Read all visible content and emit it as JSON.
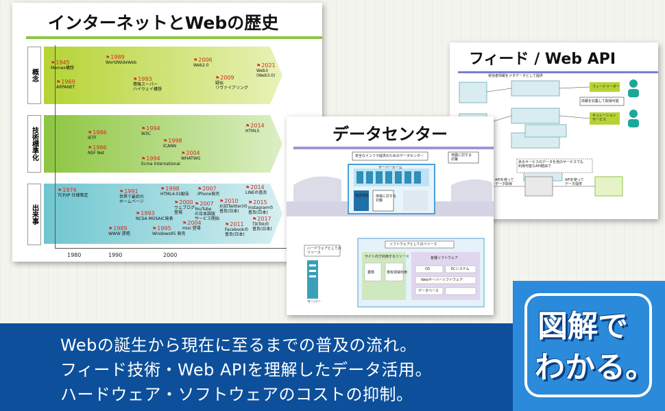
{
  "card_history": {
    "title": "インターネットとWebの歴史",
    "rows": [
      "概念",
      "技術標準化",
      "出来事"
    ],
    "concept_events": [
      {
        "year": "1945",
        "text": "Memex構想"
      },
      {
        "year": "1969",
        "text": "ARPANET"
      },
      {
        "year": "1989",
        "text": "WorldWideWeb"
      },
      {
        "year": "1993",
        "text": "情報スーパー\nハイウェイ構想"
      },
      {
        "year": "2006",
        "text": "Web2.0"
      },
      {
        "year": "2009",
        "text": "疑似\nリヴァイアリング"
      },
      {
        "year": "2021",
        "text": "Web3\n(Web3.0)"
      }
    ],
    "standard_events": [
      {
        "year": "1986",
        "text": "IETF"
      },
      {
        "year": "1986",
        "text": "NSF Net"
      },
      {
        "year": "1994",
        "text": "W3C"
      },
      {
        "year": "1998",
        "text": "ICANN"
      },
      {
        "year": "1994",
        "text": "Ecma International"
      },
      {
        "year": "2004",
        "text": "WHATWG"
      },
      {
        "year": "2014",
        "text": "HTML5"
      }
    ],
    "event_events": [
      {
        "year": "1974",
        "text": "TCP/IP 仕様策定"
      },
      {
        "year": "1989",
        "text": "WWW 提唱"
      },
      {
        "year": "1991",
        "text": "世界で最初の\nホームページ"
      },
      {
        "year": "1993",
        "text": "NCSA MOSAIC発表"
      },
      {
        "year": "1995",
        "text": "Windows95 発売"
      },
      {
        "year": "1998",
        "text": "HTML4.01勧告"
      },
      {
        "year": "2000",
        "text": "ウェブログ\n登場"
      },
      {
        "year": "2004",
        "text": "mixi 登場"
      },
      {
        "year": "2007",
        "text": "iPhone発売"
      },
      {
        "year": "2007",
        "text": "YouTube\nの日本語版\nサービス開始"
      },
      {
        "year": "2010",
        "text": "X(旧Twitter)の\n普及(日本)"
      },
      {
        "year": "2011",
        "text": "Facebookの\n普及(日本)"
      },
      {
        "year": "2014",
        "text": "LINEの普及"
      },
      {
        "year": "2015",
        "text": "Instagramの\n普及(日本)"
      },
      {
        "year": "2017",
        "text": "TikTokの\n普及(日本)"
      }
    ],
    "axis_years": [
      "1980",
      "1990",
      "2000"
    ]
  },
  "card_feed": {
    "title": "フィード / Web API",
    "labels": {
      "meta": "受信者情報をメタデータとして提供",
      "reader": "フィードリーダー",
      "curation": "キュレーション\nサービス",
      "collect": "情報を収集して取得可能",
      "data_use": "あるサービスのデータを他のサービスでも\n利用可能なAPI経由で",
      "api_get": "APIを使って\nデータ取得",
      "api_get2": "APIを使って\nデータ提供"
    }
  },
  "card_dc": {
    "title": "データセンター",
    "labels": {
      "infra": "安全なインフラ提供のためのデータセンター",
      "disaster": "地震に対する\n対策",
      "server_room": "サーバールーム",
      "power": "電源供給",
      "fire": "停電に対する\n対策",
      "hw": "ハードウェアとしての\nリソース",
      "server": "サーバー",
      "sw": "ソフトウェアとしてのリソース",
      "sw_provide": "サイト内で利用するリソース",
      "os": "OS",
      "ec": "ECシステム",
      "web_sw": "Webサーバーソフトウェア",
      "db": "データベース",
      "apps": "各種ソフトウェア",
      "sec": "業務",
      "shared": "専有領域利用"
    }
  },
  "footer": {
    "lines": [
      "Webの誕生から現在に至るまでの普及の流れ。",
      "フィード技術・Web APIを理解したデータ活用。",
      "ハードウェア・ソフトウェアのコストの抑制。"
    ]
  },
  "badge": {
    "line1": "図解で",
    "line2": "わかる。"
  },
  "colors": {
    "footer_bg": "#0d4f9a",
    "badge_bg": "#2b8ad9",
    "concept_band": "#b5d334",
    "standard_band": "#8cc63f",
    "event_band": "#6ec6cf",
    "flag": "#d4281e"
  }
}
